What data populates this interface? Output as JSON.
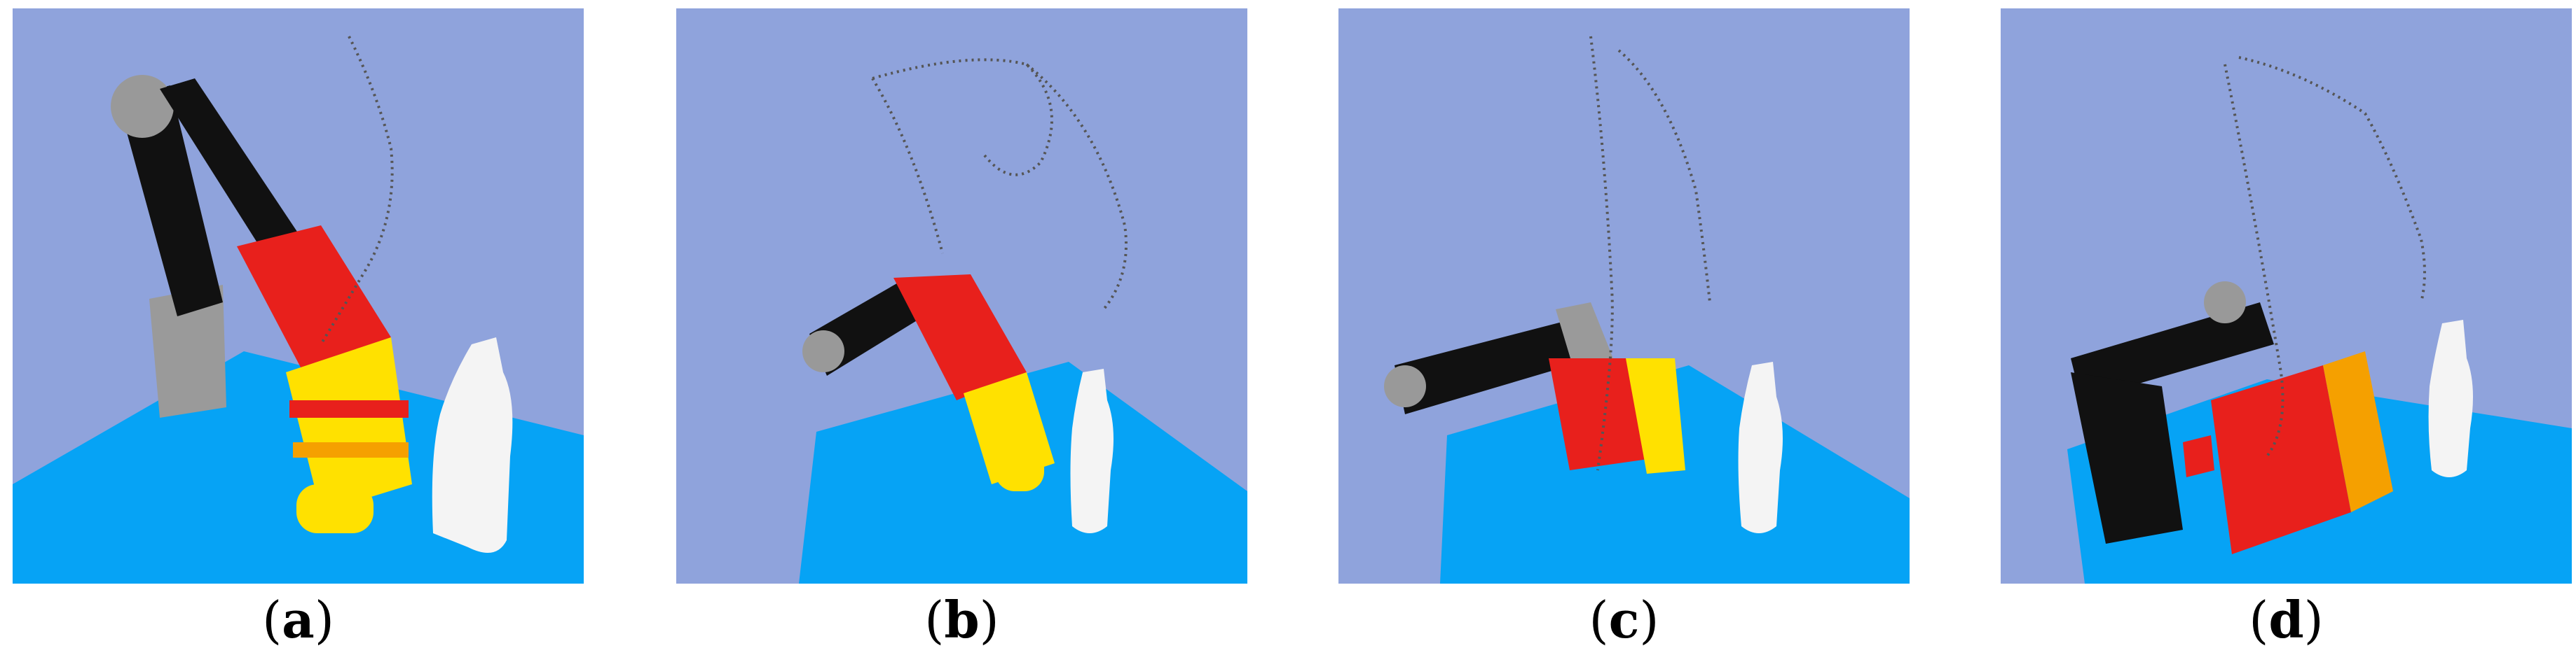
{
  "colors": {
    "sky": "#8fa3dc",
    "table": "#06a3f5",
    "hand_red": "#e8201c",
    "finger_yellow": "#ffe100",
    "finger_orange": "#f5a000",
    "arm_black": "#111111",
    "joint_grey": "#9a9a9a",
    "bottle": "#f4f4f4",
    "trajectory": "#555555"
  },
  "panels": [
    {
      "id": "a",
      "caption_open": "(",
      "caption_letter": "a",
      "caption_close": ")"
    },
    {
      "id": "b",
      "caption_open": "(",
      "caption_letter": "b",
      "caption_close": ")"
    },
    {
      "id": "c",
      "caption_open": "(",
      "caption_letter": "c",
      "caption_close": ")"
    },
    {
      "id": "d",
      "caption_open": "(",
      "caption_letter": "d",
      "caption_close": ")"
    }
  ]
}
